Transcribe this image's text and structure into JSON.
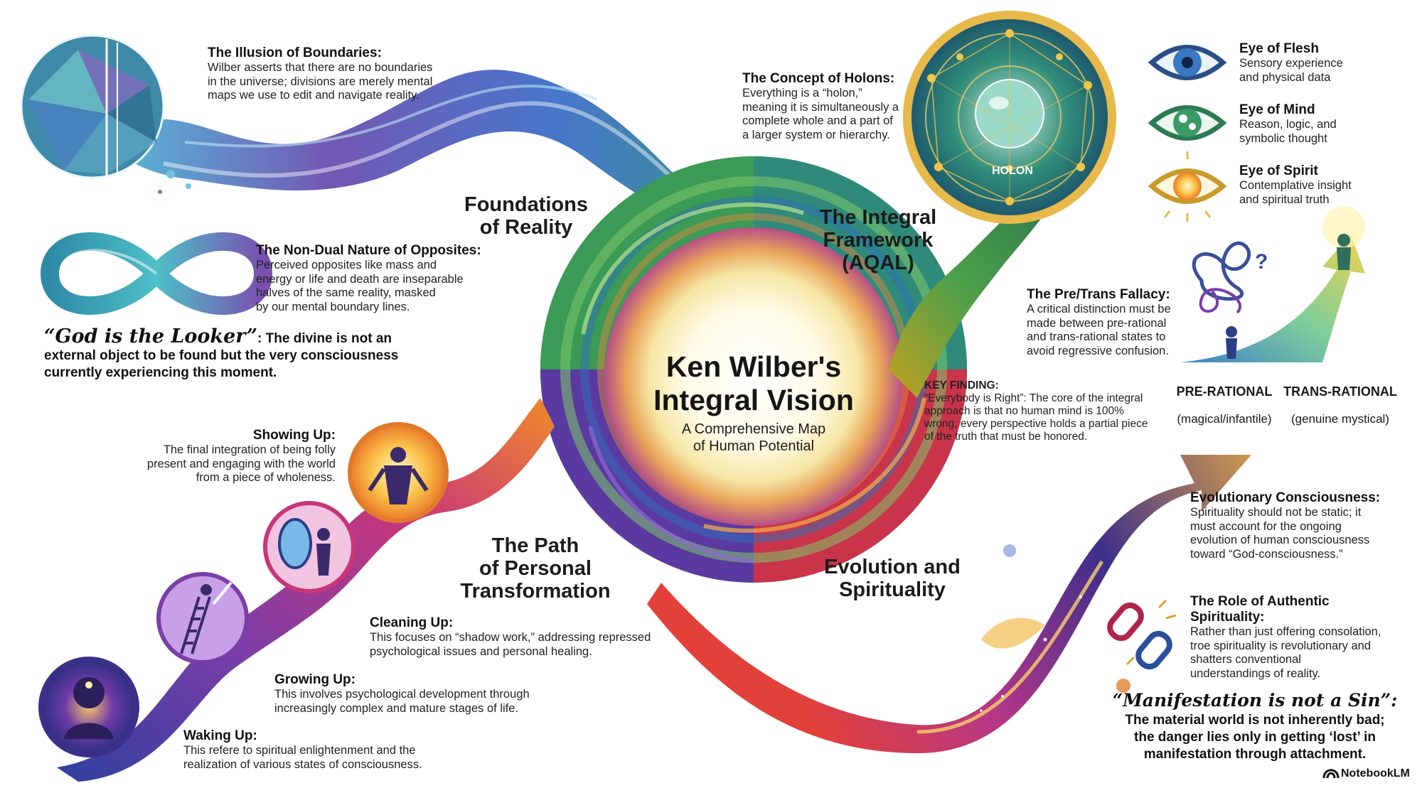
{
  "center": {
    "title": "Ken Wilber's\nIntegral Vision",
    "subtitle": "A Comprehensive Map\nof Human Potential"
  },
  "sections": {
    "foundations": "Foundations\nof Reality",
    "integral": "The Integral\nFramework\n(AQAL)",
    "path": "The Path\nof Personal\nTransformation",
    "evolution": "Evolution and\nSpirituality"
  },
  "illusion": {
    "title": "The Illusion of Boundaries:",
    "text": "Wilber asserts that there are no boundaries\nin the universe; divisions are merely mental\nmaps we use to edit and navigate reality."
  },
  "nondual": {
    "title": "The Non-Dual Nature of Opposites:",
    "text": "Perceived opposites like mass and\nenergy or life and death are inseparable\nhalves of the same reality, masked\nby our mental boundary lines."
  },
  "god_quote": {
    "script": "“God is the Looker”",
    "text": ": The divine is not an\nexternal object to be found but the very consciousness\ncurrently experiencing this moment."
  },
  "holons": {
    "title": "The Concept of Holons:",
    "text": "Everything is a “holon,”\nmeaning it is simultaneously a\ncomplete whole and a part of\na larger system or hierarchy.",
    "sphere_label": "HOLON"
  },
  "eyes": [
    {
      "title": "Eye of Flesh",
      "text": "Sensory experience\nand physical data"
    },
    {
      "title": "Eye of Mind",
      "text": "Reason, logic, and\nsymbolic thought"
    },
    {
      "title": "Eye of Spirit",
      "text": "Contemplative insight\nand spiritual truth"
    }
  ],
  "pretrans": {
    "title": "The Pre/Trans Fallacy:",
    "text": "A critical distinction must be\nmade between pre-rational\nand trans-rational states to\navoid regressive confusion.",
    "pre_label": "PRE-RATIONAL",
    "pre_sub": "(magical/infantile)",
    "trans_label": "TRANS-RATIONAL",
    "trans_sub": "(genuine mystical)"
  },
  "key_finding": {
    "label": "KEY FINDING:",
    "text": "“Everybody is Right”: The core of the integral\napproach is that no human mind is 100%\nwrong, every perspective holds a partial piece\nof the truth that must be honored."
  },
  "steps": [
    {
      "title": "Showing Up:",
      "text": "The final integration of being folly\npresent and engaging with the world\nfrom a piece of wholeness."
    },
    {
      "title": "Cleaning Up:",
      "text": "This focuses on “shadow work,” addressing repressed\npsychological issues and personal healing."
    },
    {
      "title": "Growing Up:",
      "text": "This involves psychological development through\nincreasingly complex and mature stages of life."
    },
    {
      "title": "Waking Up:",
      "text": "This refere to spiritual enlightenment and the\nrealization of various states of consciousness."
    }
  ],
  "evolutionary": {
    "title": "Evolutionary Consciousness:",
    "text": "Spirituality should not be static; it\nmust account for the ongoing\nevolution of human consciousness\ntoward “God-consciousness.”"
  },
  "authentic": {
    "title": "The Role of Authentic Spirituality:",
    "text": "Rather than just offering consolation,\ntroe spirituality is revolutionary and\nshatters conventional\nunderstandings of reality."
  },
  "manifest_quote": {
    "script": "“Manifestation is not a Sin”:",
    "text": "The material world is not inherently bad;\nthe danger lies only in getting ‘lost’ in\nmanifestation through attachment."
  },
  "brand": "NotebookLM",
  "colors": {
    "purple": "#6a3fa0",
    "teal": "#2fa6a0",
    "green": "#3c9a4a",
    "gold": "#e3a12a",
    "orange": "#f07a2a",
    "red": "#c9304a",
    "blue": "#3a6fc4"
  }
}
